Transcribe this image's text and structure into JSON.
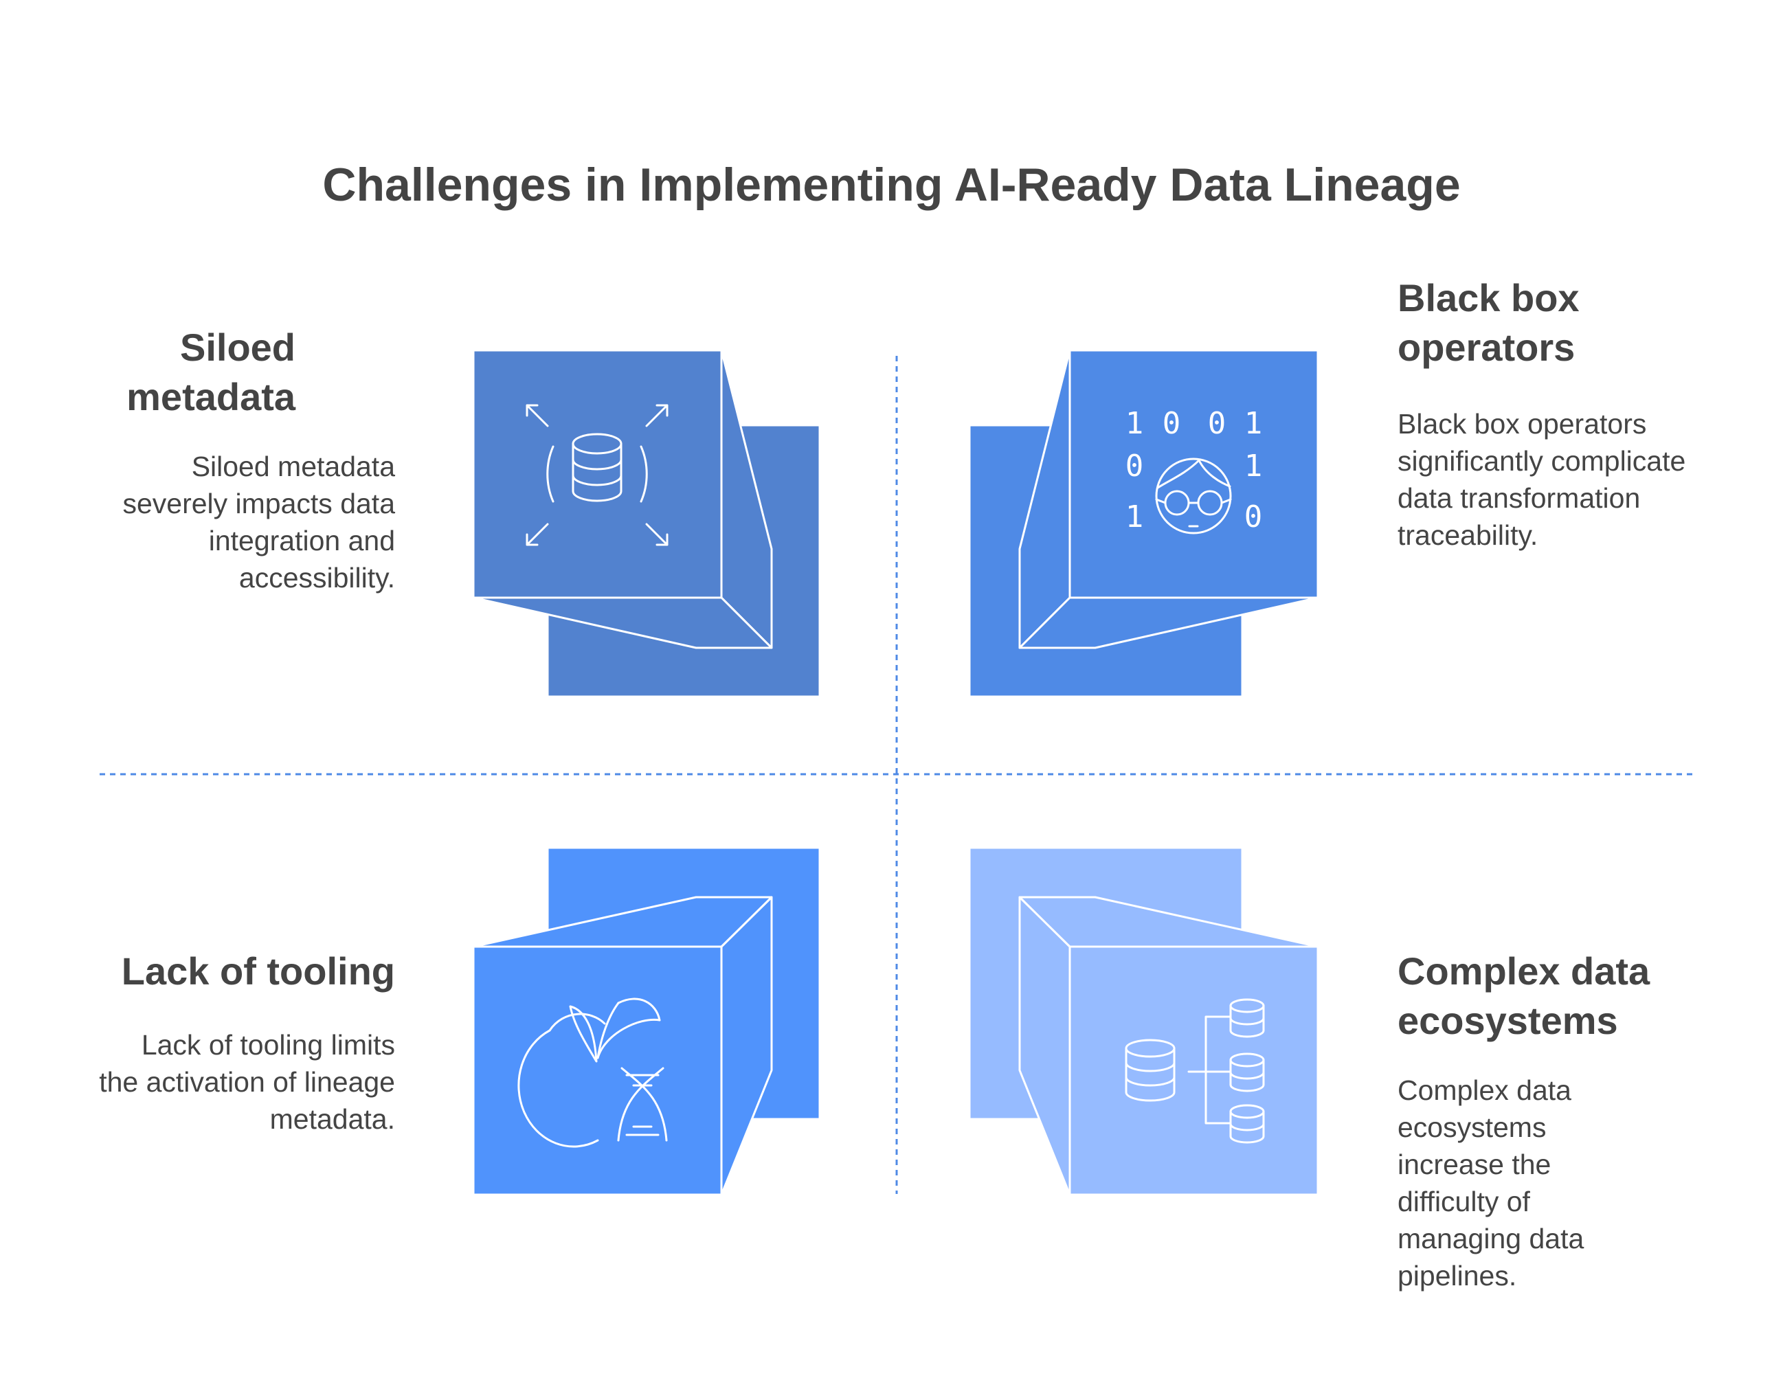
{
  "title": "Challenges in Implementing AI-Ready Data Lineage",
  "colors": {
    "siloed": "#5282cf",
    "black_box": "#4f8ae6",
    "tooling": "#5093fc",
    "complex": "#96bbff",
    "divider": "#4f8ae6",
    "text": "#444444"
  },
  "quadrants": [
    {
      "id": "siloed-metadata",
      "title": "Siloed metadata",
      "description": "Siloed metadata severely impacts data integration and accessibility.",
      "icon": "database-expand-icon"
    },
    {
      "id": "black-box-operators",
      "title": "Black box operators",
      "description": "Black box operators significantly complicate data transformation traceability.",
      "icon": "binary-person-icon",
      "binary": [
        "1",
        "0",
        "0",
        "1",
        "0",
        "1",
        "1",
        "0"
      ]
    },
    {
      "id": "lack-of-tooling",
      "title": "Lack of tooling",
      "description": "Lack of tooling limits the activation of lineage metadata.",
      "icon": "apple-dna-icon"
    },
    {
      "id": "complex-data-ecosystems",
      "title": "Complex data ecosystems",
      "description": "Complex data ecosystems increase the difficulty of managing data pipelines.",
      "icon": "database-network-icon"
    }
  ]
}
